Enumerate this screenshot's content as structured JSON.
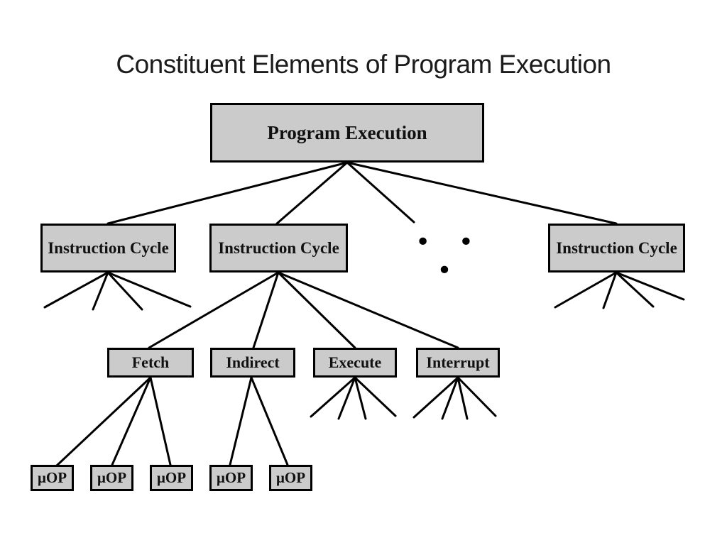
{
  "title": "Constituent Elements of Program Execution",
  "colors": {
    "background": "#ffffff",
    "box_fill": "#cbcbcb",
    "box_border": "#000000",
    "line_color": "#000000",
    "title_color": "#1b1b1b"
  },
  "nodes": {
    "root": {
      "label": "Program Execution"
    },
    "instruction_cycles": [
      {
        "label": "Instruction Cycle"
      },
      {
        "label": "Instruction Cycle"
      },
      {
        "label": "Instruction Cycle"
      }
    ],
    "ellipsis": {
      "label": "• • •"
    },
    "cycle_stages": [
      {
        "label": "Fetch"
      },
      {
        "label": "Indirect"
      },
      {
        "label": "Execute"
      },
      {
        "label": "Interrupt"
      }
    ],
    "micro_ops": [
      {
        "label": "μOP"
      },
      {
        "label": "μOP"
      },
      {
        "label": "μOP"
      },
      {
        "label": "μOP"
      },
      {
        "label": "μOP"
      }
    ]
  }
}
